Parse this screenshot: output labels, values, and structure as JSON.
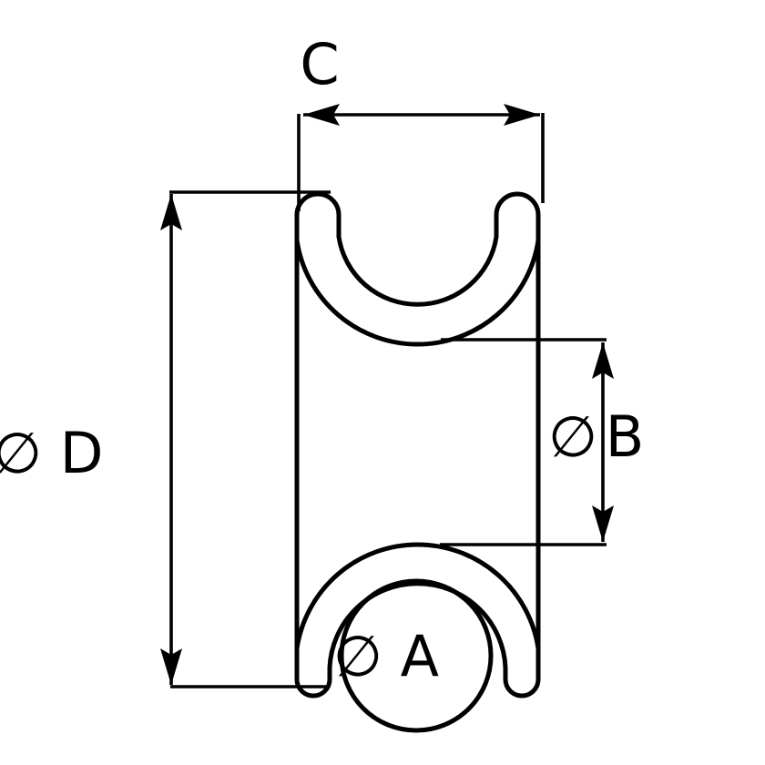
{
  "drawing": {
    "labels": {
      "c": "C",
      "d": "∅ D",
      "b_symbol": "∅",
      "b_letter": "B",
      "a": "∅ A"
    },
    "colors": {
      "line": "#000000",
      "background": "#ffffff"
    }
  }
}
